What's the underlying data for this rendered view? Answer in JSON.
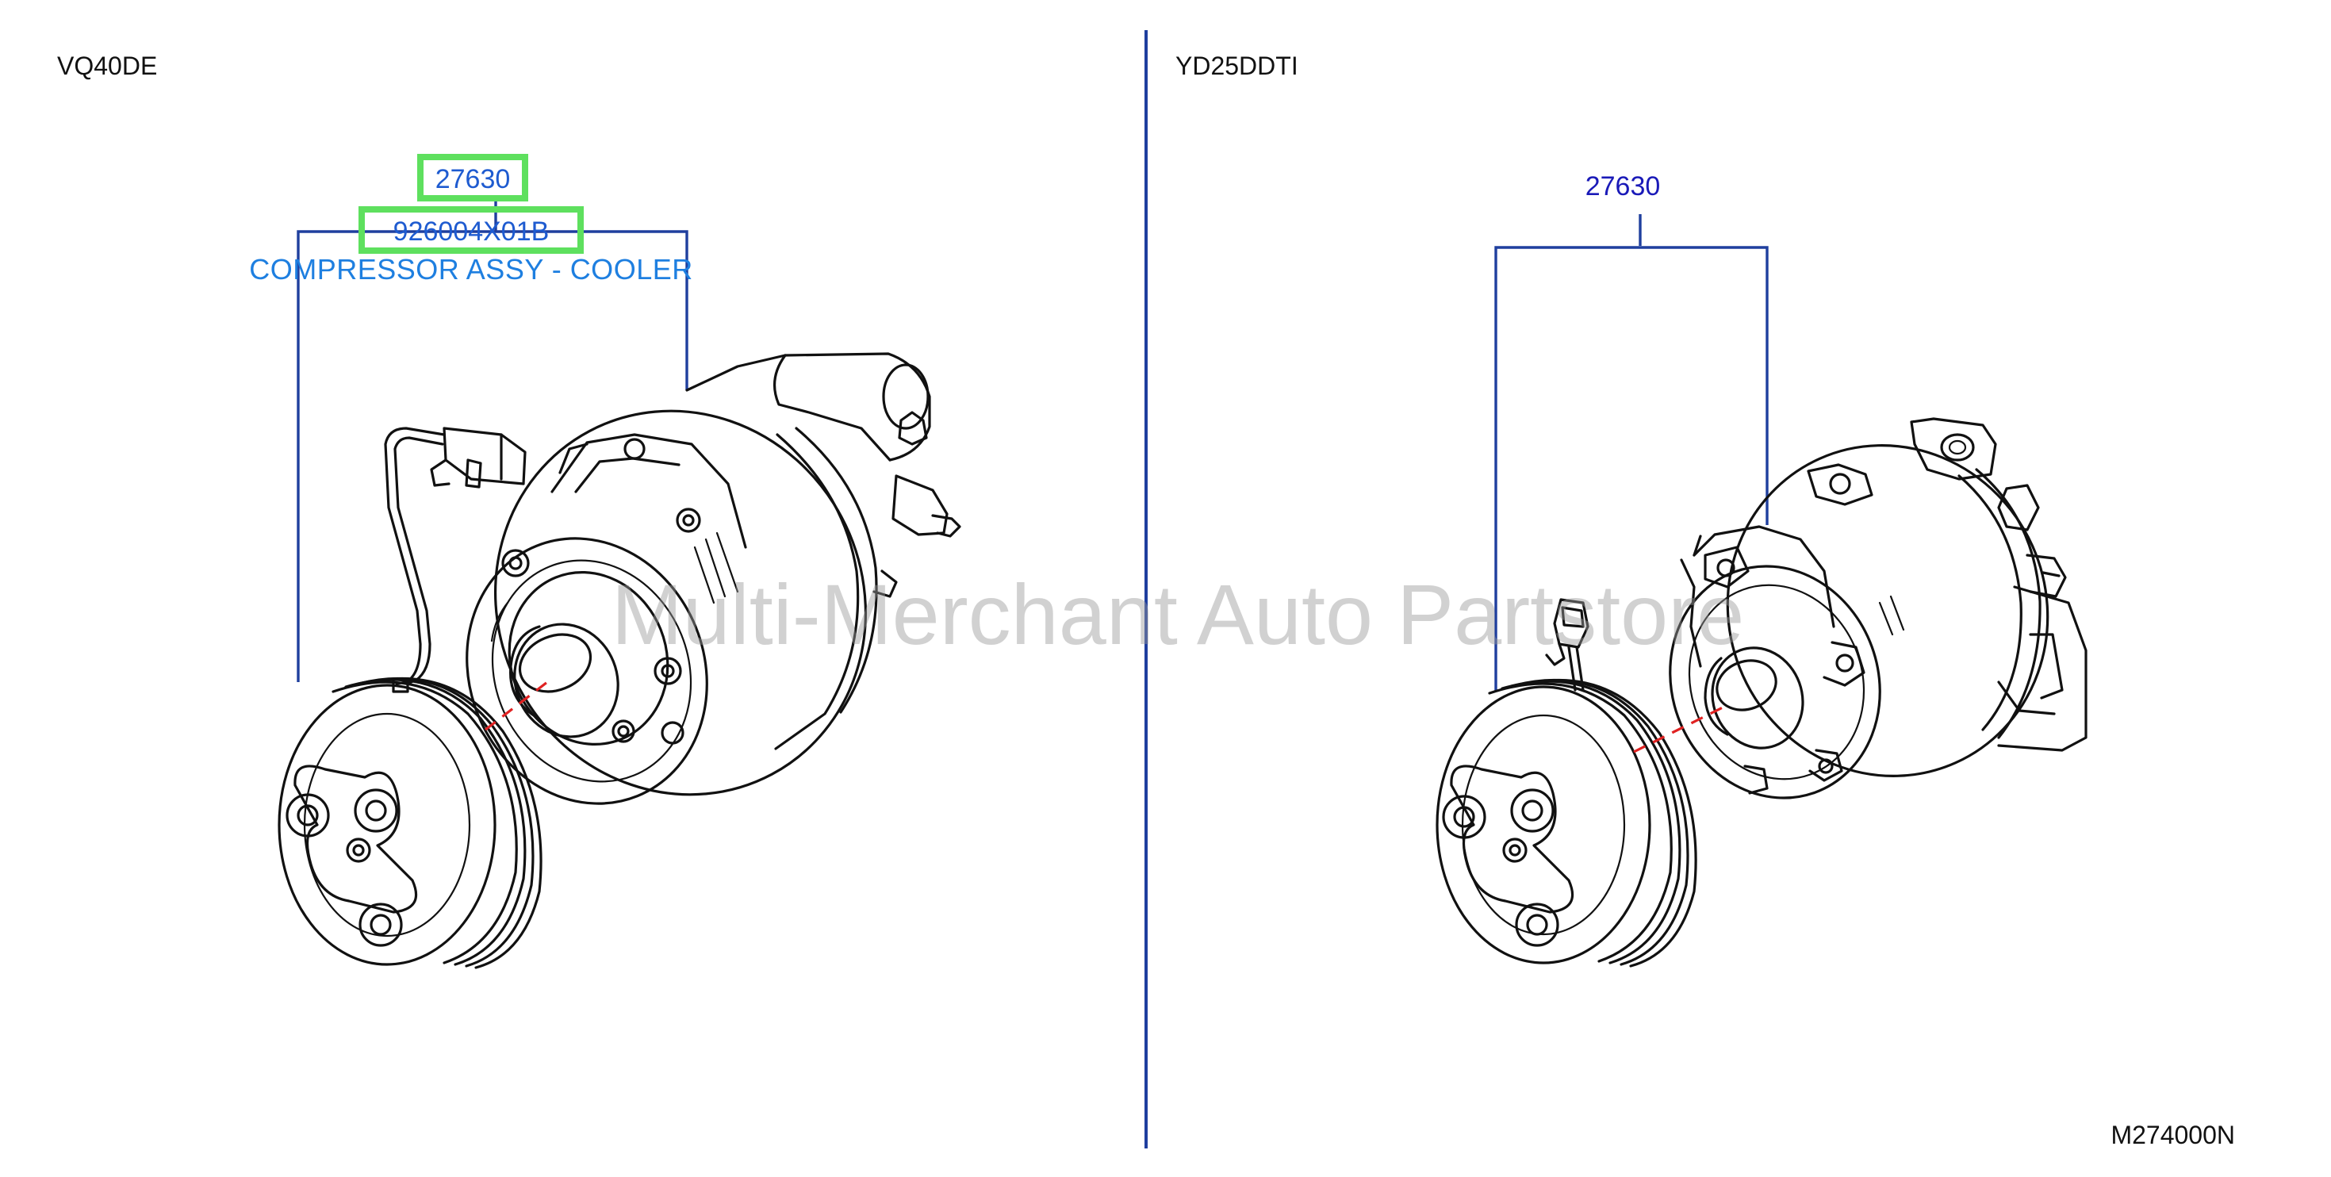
{
  "left_panel": {
    "engine": "VQ40DE",
    "part_number": "27630",
    "catalog_number": "926004X01B",
    "part_name": "COMPRESSOR ASSY - COOLER",
    "icons": [
      "ac-compressor-icon",
      "compressor-pulley-icon",
      "wire-connector-icon"
    ]
  },
  "right_panel": {
    "engine": "YD25DDTI",
    "part_number": "27630",
    "icons": [
      "ac-compressor-icon",
      "compressor-pulley-icon",
      "wire-connector-icon"
    ]
  },
  "figure_code": "M274000N",
  "watermark": "Multi-Merchant Auto Partstore",
  "colors": {
    "leader_line": "#1f3f9e",
    "highlight": "#5ee05e",
    "part_name": "#1e7fe0",
    "center_axis": "#e02222"
  }
}
